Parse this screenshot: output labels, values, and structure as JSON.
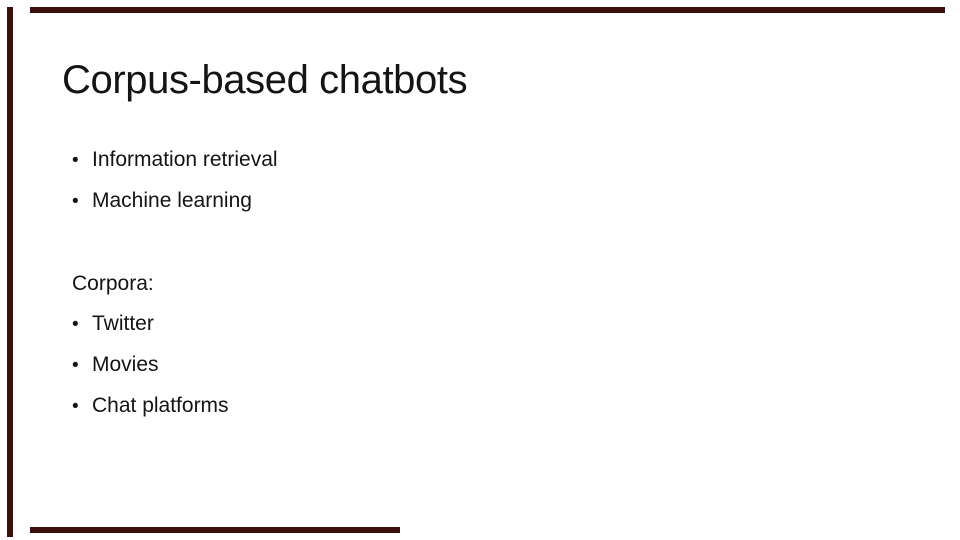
{
  "theme": {
    "accent_color": "#3d1010",
    "background_color": "#ffffff",
    "text_color": "#141414"
  },
  "glyphs": {
    "bullet": "•"
  },
  "slide": {
    "title": "Corpus-based chatbots",
    "approach_list": {
      "items": [
        "Information retrieval",
        "Machine learning"
      ]
    },
    "corpora": {
      "heading": "Corpora:",
      "items": [
        "Twitter",
        "Movies",
        "Chat platforms"
      ]
    }
  }
}
